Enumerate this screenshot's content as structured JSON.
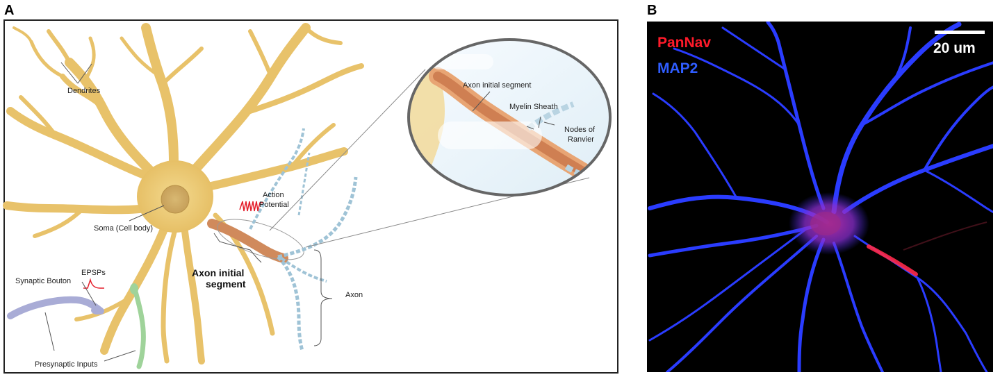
{
  "panel_a": {
    "letter": "A",
    "labels": {
      "dendrites": "Dendrites",
      "soma": "Soma (Cell body)",
      "action_potential_line1": "Action",
      "action_potential_line2": "Potential",
      "ais_line1": "Axon initial",
      "ais_line2": "segment",
      "epsps": "EPSPs",
      "synaptic_bouton": "Synaptic Bouton",
      "presynaptic_inputs": "Presynaptic Inputs",
      "axon": "Axon"
    },
    "inset": {
      "ais_label": "Axon initial segment",
      "myelin_label": "Myelin Sheath",
      "nodes_line1": "Nodes of",
      "nodes_line2": "Ranvier"
    },
    "colors": {
      "neuron": "#e8c26a",
      "ais": "#d08a5c",
      "myelin": "#9fc3d6",
      "bouton": "#a9acd6",
      "presynaptic": "#9fd39a",
      "signal": "#e41d2a"
    }
  },
  "panel_b": {
    "letter": "B",
    "stain_1": "PanNav",
    "stain_2": "MAP2",
    "scale_bar": "20 um",
    "colors": {
      "stain_1": "#ff1a2a",
      "stain_2": "#2f5dff",
      "background": "#000000"
    }
  }
}
